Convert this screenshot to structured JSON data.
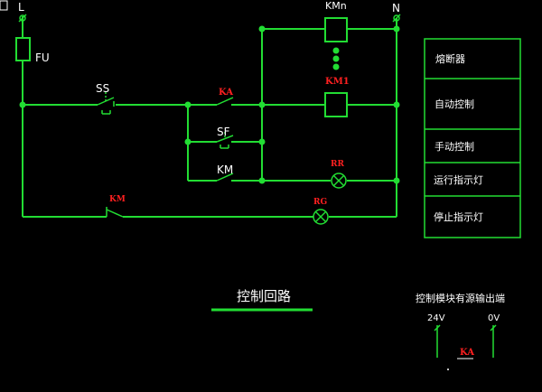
{
  "colors": {
    "background": "#000000",
    "wire": "#22dd33",
    "text_white": "#ffffff",
    "text_red": "#ff2020"
  },
  "labels": {
    "L": "L",
    "N": "N",
    "FU": "FU",
    "SS": "SS",
    "KA": "KA",
    "SF": "SF",
    "KM": "KM",
    "KMn": "KMn",
    "KM1": "KM1",
    "RR": "RR",
    "RG": "RG",
    "KM_bottom": "KM"
  },
  "legend": [
    "熔断器",
    "自动控制",
    "手动控制",
    "运行指示灯",
    "停止指示灯"
  ],
  "title": "控制回路",
  "module": {
    "title": "控制模块有源输出端",
    "v24": "24V",
    "v0": "0V",
    "ka": "KA"
  }
}
